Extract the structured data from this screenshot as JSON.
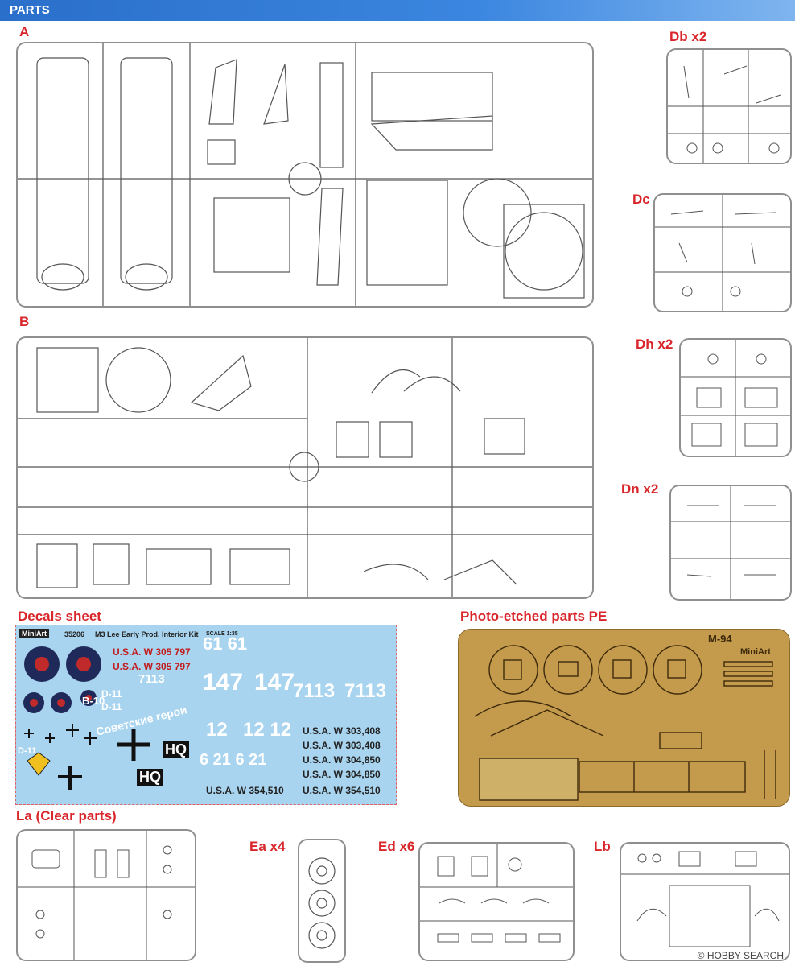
{
  "header": {
    "title": "PARTS"
  },
  "sprue_labels": {
    "a": "A",
    "b": "B",
    "db": "Db x2",
    "dc": "Dc",
    "dh": "Dh x2",
    "dn": "Dn x2",
    "la": "La (Clear parts)",
    "ea": "Ea x4",
    "ed": "Ed x6",
    "lb": "Lb"
  },
  "section_labels": {
    "decals": "Decals  sheet",
    "pe": "Photo-etched parts PE"
  },
  "decal_sheet": {
    "header_code": "35206",
    "header_title": "M3 Lee Early Prod. Interior Kit",
    "scale": "SCALE 1:35",
    "brand": "MiniArt",
    "usa_1": "U.S.A.  W 305 797",
    "usa_2": "U.S.A.  W 305 797",
    "reg_1": "U.S.A.  W 303,408",
    "reg_2": "U.S.A.  W 303,408",
    "reg_3": "U.S.A.  W 304,850",
    "reg_4": "U.S.A.  W 304,850",
    "reg_5": "U.S.A.  W 354,510",
    "reg_6": "U.S.A.  W 354,510",
    "num_7113a": "7113",
    "num_7113b": "7113",
    "num_7113c": "7113",
    "num_147a": "147",
    "num_147b": "147",
    "num_61a": "61 61",
    "num_12a": "12",
    "num_12b": "12 12",
    "num_621": "6 21  6 21",
    "b10": "B-10",
    "d11a": "D-11",
    "d11b": "D-11",
    "d11c": "D-11",
    "hq1": "HQ",
    "hq2": "HQ",
    "slogan": "Советские герои"
  },
  "pe_sheet": {
    "code": "M-94",
    "brand": "MiniArt"
  },
  "watermark": "© HOBBY SEARCH"
}
